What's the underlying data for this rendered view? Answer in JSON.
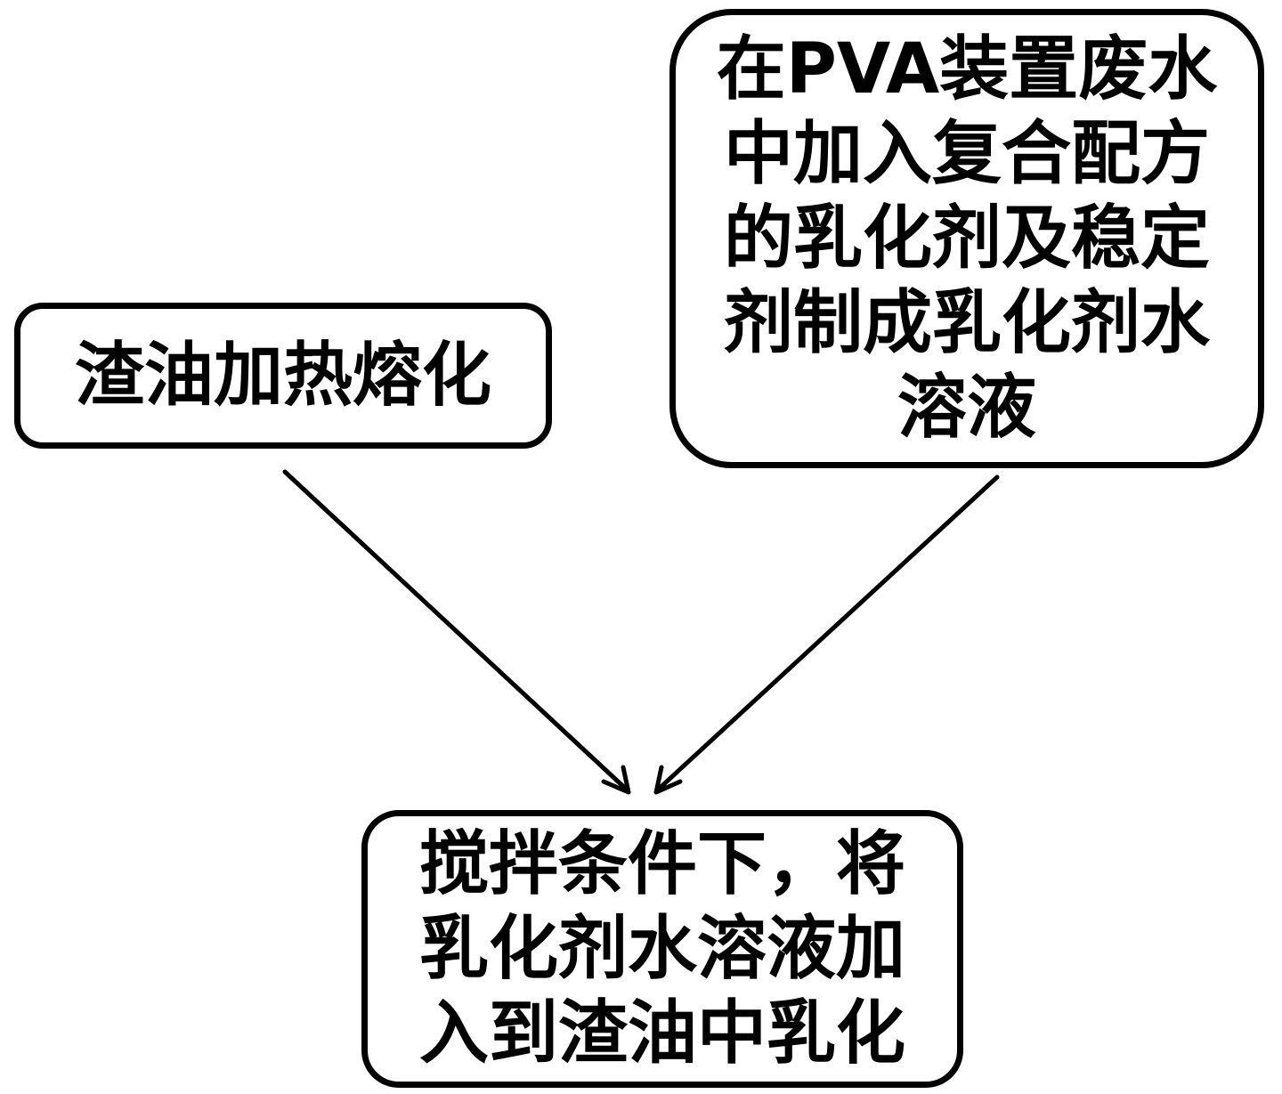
{
  "nodes": {
    "left": {
      "lines": [
        "渣油加热熔化"
      ]
    },
    "right": {
      "lines": [
        "在PVA装置废水",
        "中加入复合配方",
        "的乳化剂及稳定",
        "剂制成乳化剂水",
        "溶液"
      ]
    },
    "bottom": {
      "lines": [
        "搅拌条件下，将",
        "乳化剂水溶液加",
        "入到渣油中乳化"
      ]
    }
  },
  "edges": [
    {
      "from": "left",
      "to": "bottom"
    },
    {
      "from": "right",
      "to": "bottom"
    }
  ]
}
